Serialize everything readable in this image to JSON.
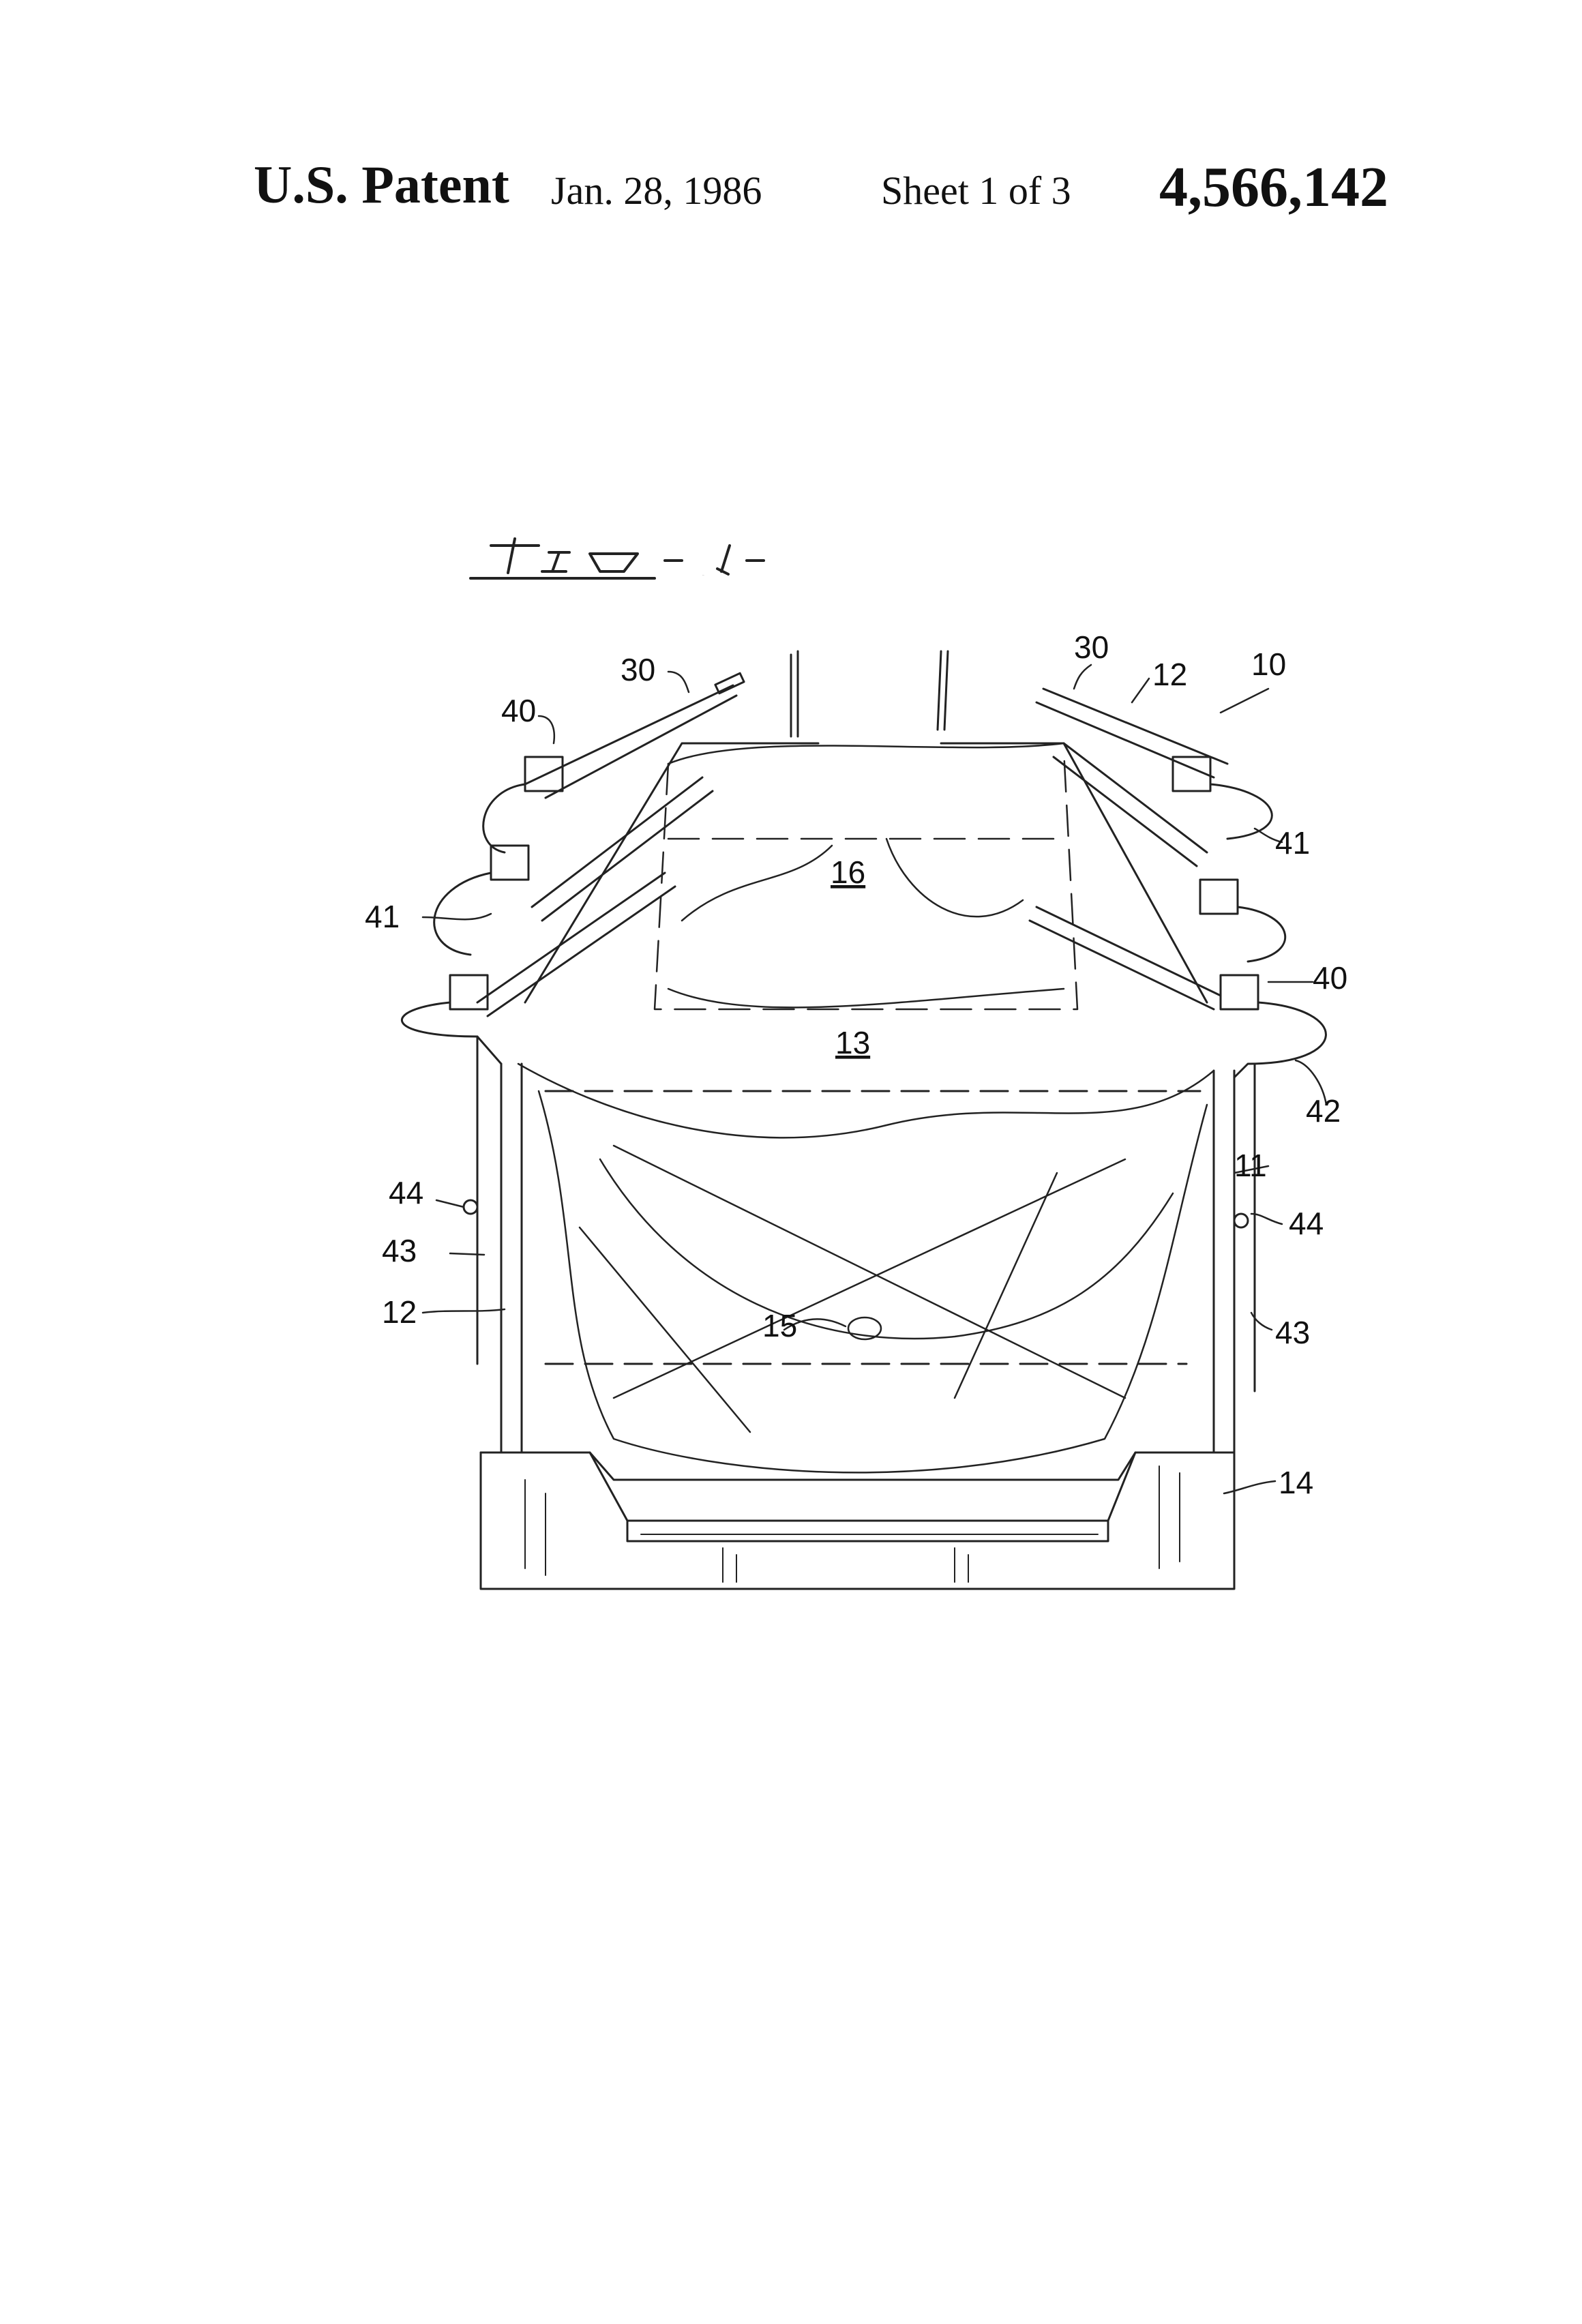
{
  "header": {
    "patent_label": "U.S. Patent",
    "date": "Jan. 28, 1986",
    "sheet": "Sheet 1 of 3",
    "patent_number": "4,566,142"
  },
  "figure": {
    "label": "FIG-1",
    "callouts": {
      "n10": "10",
      "n11": "11",
      "n12a": "12",
      "n12b": "12",
      "n13": "13",
      "n14": "14",
      "n15": "15",
      "n16": "16",
      "n30a": "30",
      "n30b": "30",
      "n40a": "40",
      "n40b": "40",
      "n41a": "41",
      "n41b": "41",
      "n42": "42",
      "n43a": "43",
      "n43b": "43",
      "n44a": "44",
      "n44b": "44"
    }
  }
}
